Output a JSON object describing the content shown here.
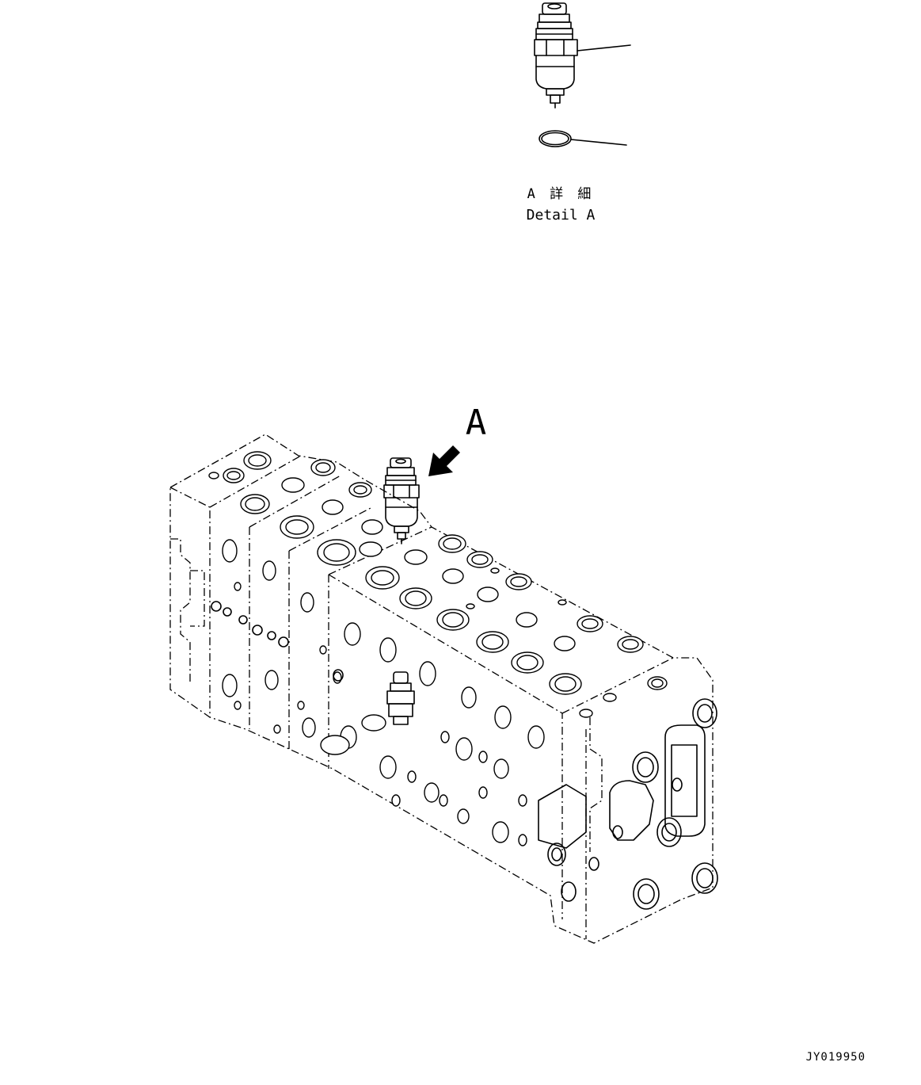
{
  "detail_caption": {
    "line1": "A 詳 細",
    "line2": "Detail A"
  },
  "view_marker": "A",
  "drawing_number": "JY019950"
}
